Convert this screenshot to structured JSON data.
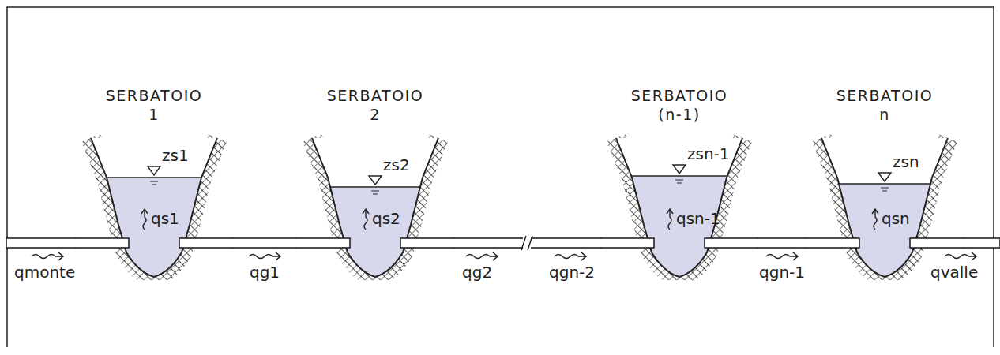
{
  "diagram": {
    "nodes": [
      {
        "text": [
          "SERBATOIO 1",
          "zs1",
          "qs1"
        ]
      },
      {
        "text": [
          "SERBATOIO 2",
          "zs2",
          "qs2"
        ]
      },
      {
        "text": [
          "SERBATOIO (n-1)",
          "zsn-1",
          "qsn-1"
        ]
      },
      {
        "text": [
          "SERBATOIO n",
          "zsn",
          "qsn"
        ]
      }
    ],
    "edges": [
      {
        "from": 0,
        "to": 1,
        "arrow": "none",
        "label": "qg1"
      },
      {
        "from": 1,
        "to": 2,
        "arrow": "none"
      },
      {
        "from": 2,
        "to": 3,
        "arrow": "none",
        "label": "qgn-1"
      }
    ],
    "labels": [
      "qmonte",
      "qg2",
      "qgn-2",
      "qvalle"
    ]
  }
}
